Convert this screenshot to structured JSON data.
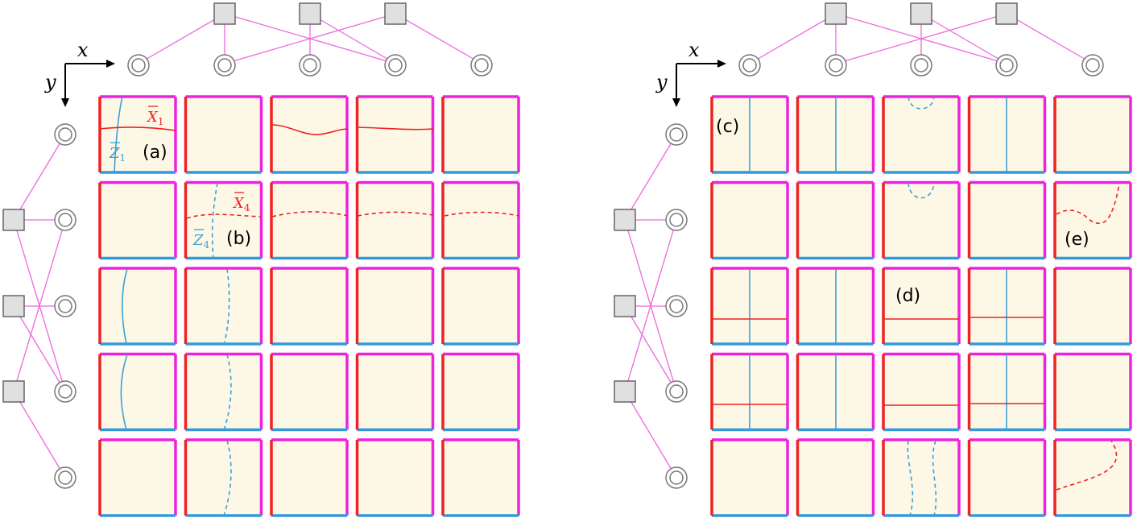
{
  "axes": {
    "x_label": "x",
    "y_label": "y"
  },
  "labels": {
    "a": "(a)",
    "b": "(b)",
    "c": "(c)",
    "d": "(d)",
    "e": "(e)",
    "x1": "X",
    "x1_sub": "1",
    "z1": "Z",
    "z1_sub": "1",
    "x4": "X",
    "x4_sub": "4",
    "z4": "Z",
    "z4_sub": "4"
  },
  "colors": {
    "magenta_edge": "#ee22dd",
    "red_edge": "#ee2222",
    "blue_edge": "#3399dd",
    "tile_fill": "#fdf8e6",
    "tanner_edge": "#ee66dd"
  },
  "grid": {
    "rows": 5,
    "cols": 5,
    "panels": 2
  }
}
